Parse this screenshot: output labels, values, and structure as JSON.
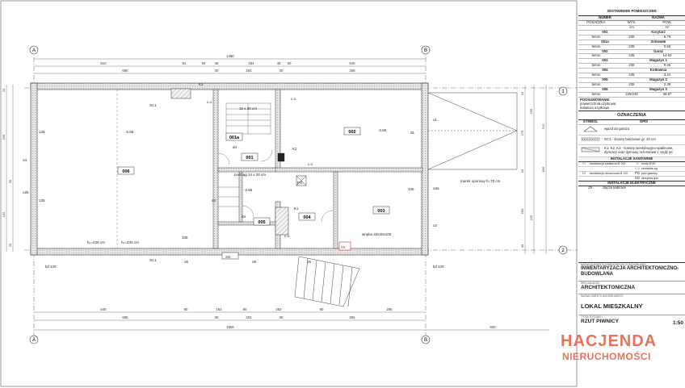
{
  "plan": {
    "axes": {
      "top_left": "A",
      "top_right": "B",
      "bottom_left": "A",
      "bottom_right": "B",
      "right_top": "1",
      "right_bottom": "2"
    },
    "dims_top": {
      "overall": "1480",
      "row2": [
        "510",
        "81",
        "94",
        "46",
        "184",
        "45",
        "60",
        "540"
      ],
      "row3": [
        "685",
        "30",
        "204",
        "30",
        "256"
      ]
    },
    "dims_bottom": {
      "row1": [
        "545",
        "90",
        "162",
        "90",
        "262",
        "90",
        "286"
      ],
      "row2": [
        "685",
        "30",
        "204",
        "30",
        "256"
      ],
      "overall": "1506",
      "extra": "500"
    },
    "dims_left": [
      "20",
      "336",
      "242",
      "20",
      "30"
    ],
    "dims_right": [
      "20",
      "275",
      "20",
      "200",
      "30",
      "606",
      "212",
      "235",
      "225",
      "2"
    ],
    "rooms": [
      {
        "id": "006",
        "label": "006"
      },
      {
        "id": "001a",
        "label": "001a"
      },
      {
        "id": "001",
        "label": "001"
      },
      {
        "id": "002",
        "label": "002"
      },
      {
        "id": "003",
        "label": "003"
      },
      {
        "id": "004",
        "label": "004"
      },
      {
        "id": "005",
        "label": "005"
      }
    ],
    "annotations": {
      "k3": "K3",
      "k2": "K2",
      "k1": "K1",
      "sc1_a": "SC1",
      "sc1_b": "SC1",
      "sg": "SG",
      "pg": "PG",
      "zk": "ZK",
      "kd1": "kd 120",
      "kd2": "kd 120",
      "co1": "c.o",
      "co2": "c.o",
      "co3": "c.o",
      "co4": "c.o",
      "lvl1": "-2.65",
      "lvl2": "-2.65",
      "lvl3": "-2.55",
      "h1": "hₚ=235 cm",
      "h2": "hₚ=235 cm",
      "stairs": "15 x 20 cm",
      "podciag": "podciąg 14 x 20 cm",
      "murek": "murek oporowy h=70 cm",
      "wneka": "wnęka 40x40x100",
      "door1": "80\n200",
      "o5a": "o5",
      "o5b": "o5",
      "o5c": "o5",
      "d1": "d1",
      "d4a": "d4",
      "d4b": "d4",
      "d4c": "d4",
      "o4": "o4",
      "o2b": "o2b",
      "o3a": "o3a",
      "o2": "o2",
      "o1": "o1",
      "w1": "100\n90",
      "w2": "135",
      "w3": "120\n90",
      "w4": "135",
      "d1dims": "240\n235",
      "d3dims": "135\n90"
    }
  },
  "panel": {
    "title": "ZESTAWIENIE POMIESZCZEŃ",
    "col_numer": "NUMER",
    "col_nazwa": "NAZWA",
    "sub_posadzka": "POSADZKA",
    "sub_wys": "WYS.",
    "sub_pow": "POW.",
    "unit_cm": "cm",
    "unit_m2": "m²",
    "rooms": [
      {
        "num": "001",
        "name": "Korytarz",
        "floor": "beton",
        "h": "235",
        "area": "5.79"
      },
      {
        "num": "001a",
        "name": "Schowek",
        "floor": "beton",
        "h": "235",
        "area": "0.50"
      },
      {
        "num": "002",
        "name": "Garaż",
        "floor": "beton",
        "h": "235",
        "area": "14.63"
      },
      {
        "num": "003",
        "name": "Magazyn 1",
        "floor": "beton",
        "h": "235",
        "area": "9.45"
      },
      {
        "num": "004",
        "name": "Kotłownia",
        "floor": "beton",
        "h": "235",
        "area": "3.24"
      },
      {
        "num": "005",
        "name": "Magazyn 2",
        "floor": "beton",
        "h": "235",
        "area": "2.39"
      },
      {
        "num": "006",
        "name": "Magazyn 3",
        "floor": "beton",
        "h": "225/235",
        "area": "38.97"
      }
    ],
    "summary_title": "PODSUMOWANIE",
    "summary_1": "powierzchnia użytkowa",
    "summary_2": "kubatura użytkowa",
    "oznaczenia": "OZNACZENIA",
    "sym_col": "SYMBOL",
    "opis_col": "OPIS",
    "leg_wjazd": "wjazd do garażu",
    "leg_sc1": "SC1 - Ściany betonowe gr. 20 cm",
    "leg_k": "K1, K2, K3 - kominy wentylacyjno-spalinowe, dymowy oraz dymowy rezerwowe z cegły pe",
    "sanit_title": "INSTALACJE SANITARNE",
    "sanit_ku": "ku",
    "sanit_kd": "kd",
    "sanit_kanal": "kanalizacja sanitarna Ø 100",
    "sanit_desz": "kanalizacja deszczowa Ø 120",
    "sanit_w": "w",
    "sanit_co": "c.o",
    "sanit_pg": "PG",
    "sanit_sg": "SG",
    "sanit_woda": "woda Ø 89",
    "sanit_centr": "centralne og",
    "sanit_piec": "piec gazowy",
    "sanit_skrz": "skrzynka gaz",
    "elek_title": "INSTALACJE ELEKTRYCZNE",
    "elek_zk": "ZK",
    "elek_zl": "złącze kablowe"
  },
  "titleblock": {
    "lbl_nazwa": "NAZWA ELEMENTU INWENTARYZACJI BUDOWLANEJ",
    "main_title": "INWENTARYZACJA ARCHITEKTONICZNO-BUDOWLANA",
    "lbl_spec": "SPECJALNOŚĆ",
    "spec": "ARCHITEKTONICZNA",
    "lbl_obiekt": "NAZWA OBIEKTU BUDOWLANEGO",
    "obiekt": "LOKAL MIESZKALNY",
    "lbl_rys": "TYTUŁ RYSUNKU",
    "rys": "RZUT PIWNICY",
    "skala": "1:50",
    "wm1": "HACJENDA",
    "wm2": "NIERUCHOMOŚCI"
  }
}
